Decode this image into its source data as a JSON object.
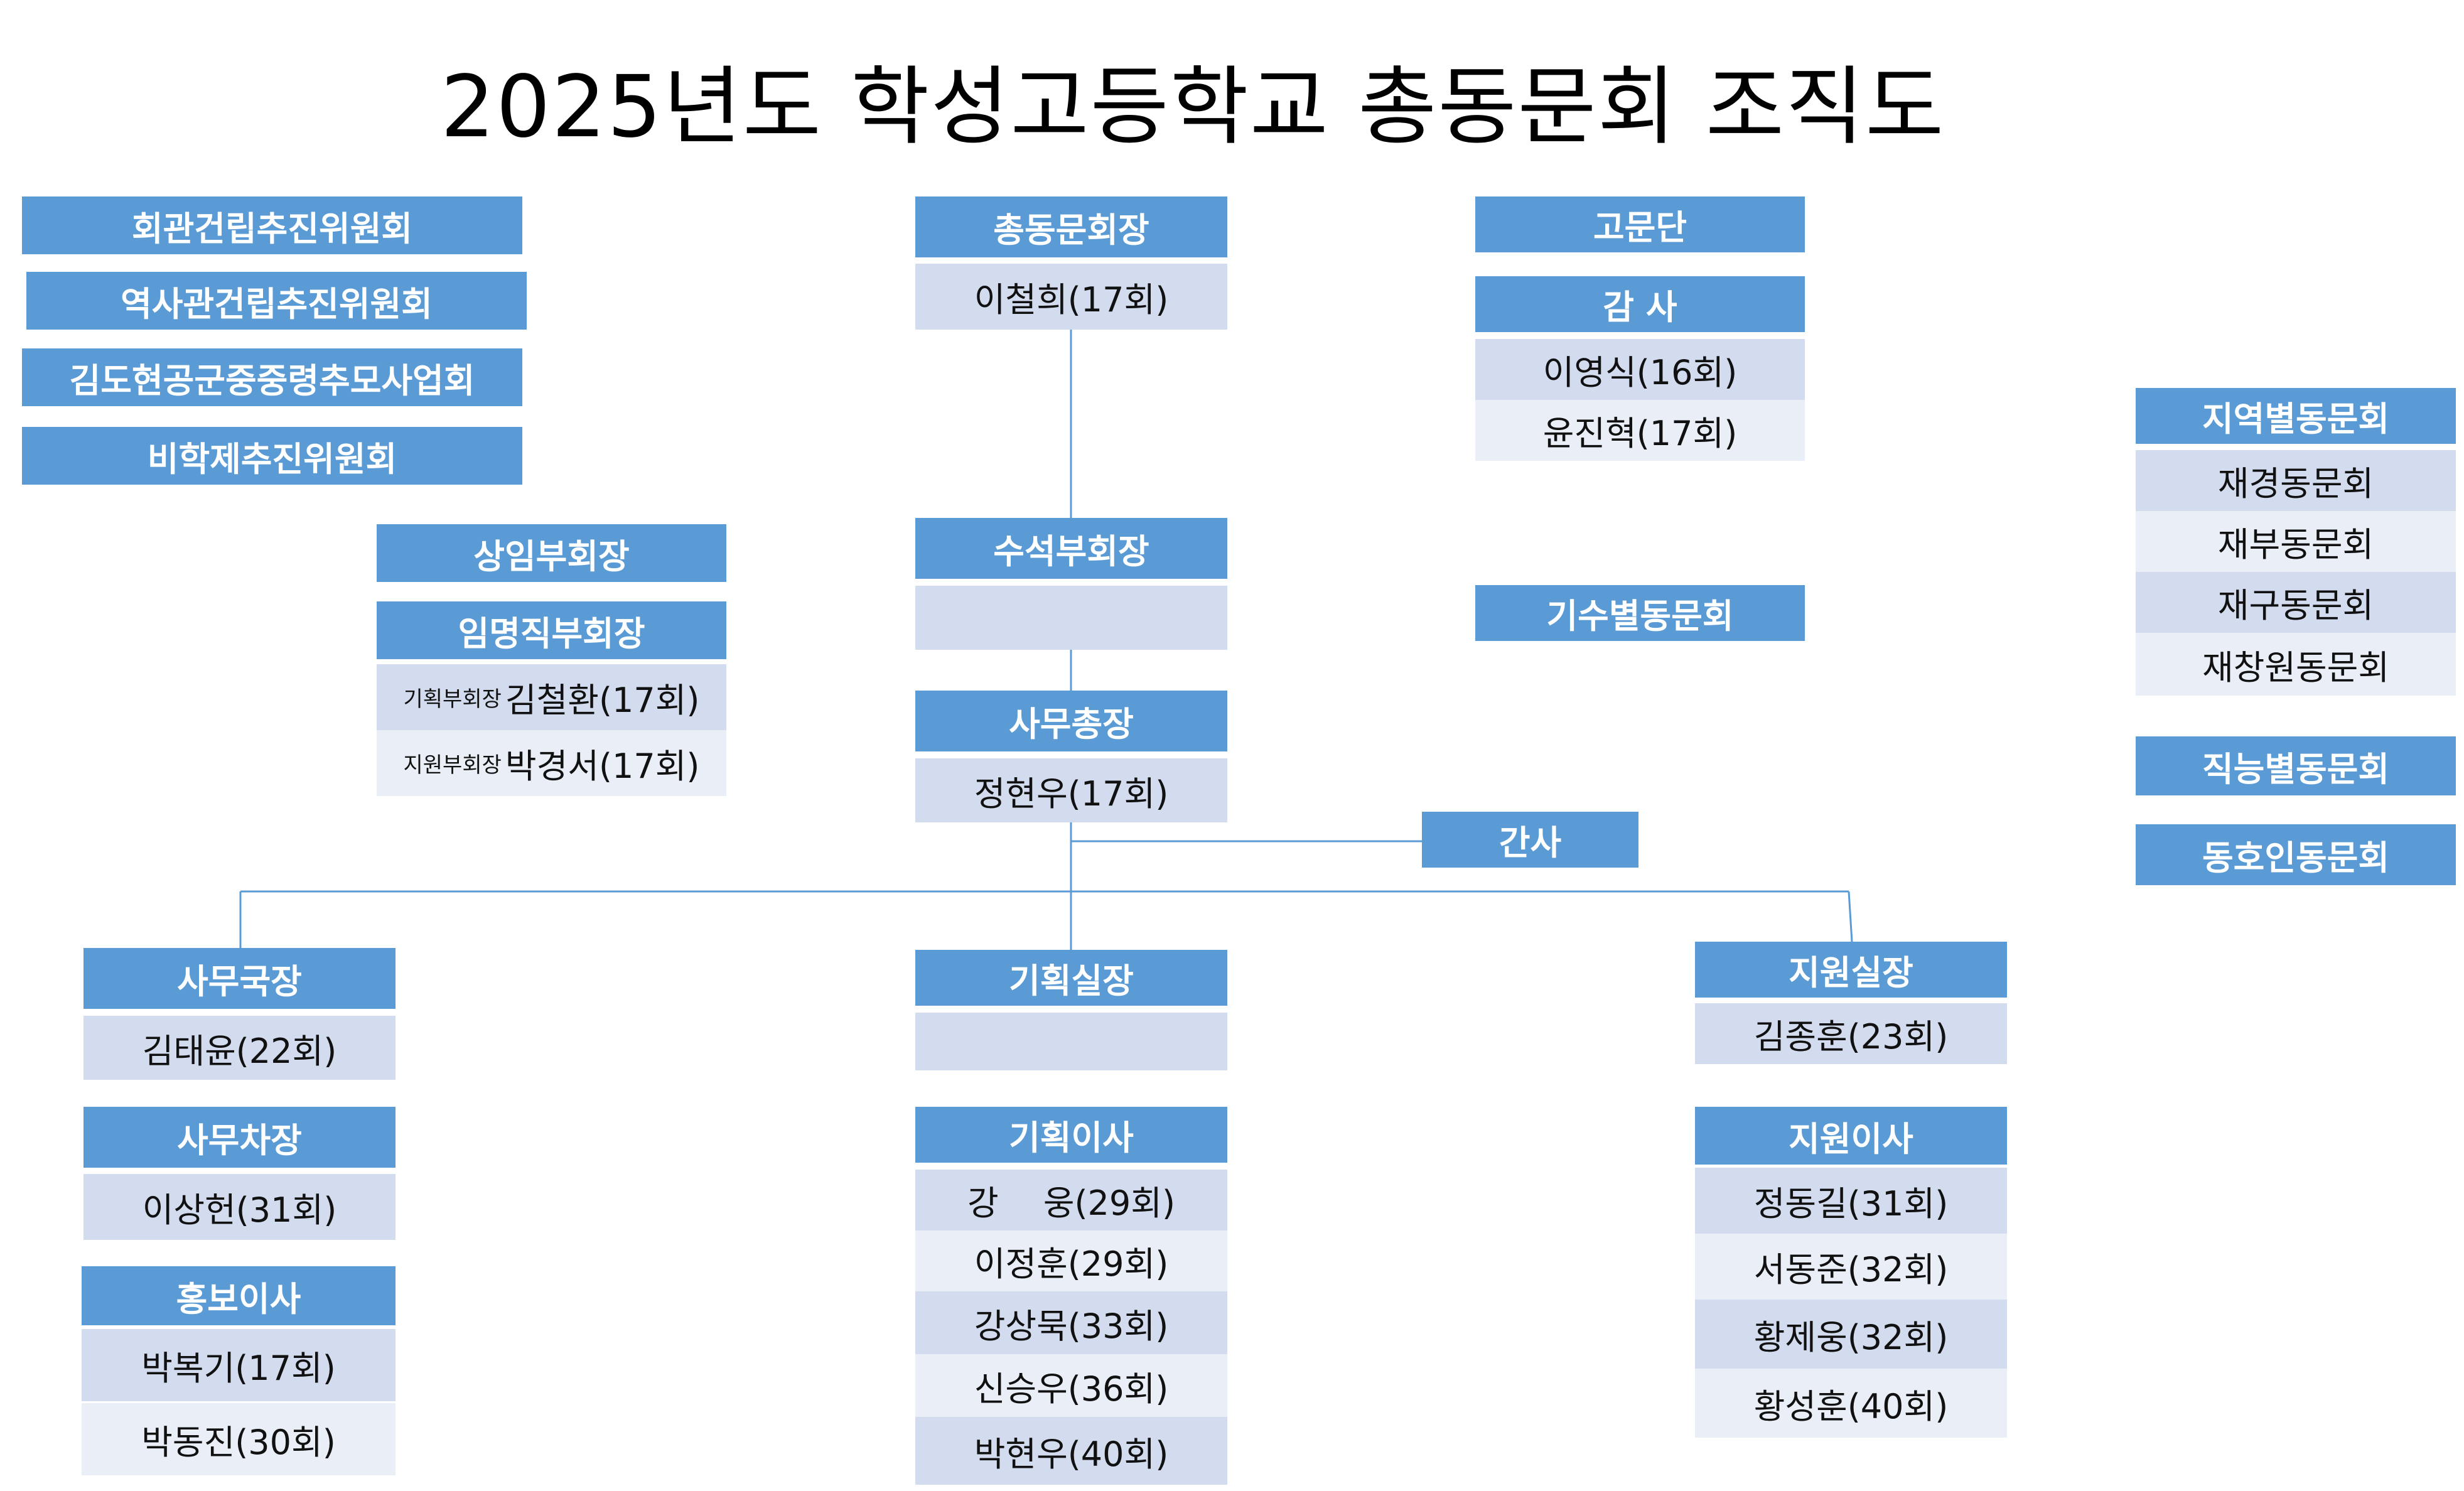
{
  "title": "2025년도 학성고등학교 총동문회 조직도",
  "colors": {
    "header": "#5b9bd5",
    "cell_dark": "#d2dcee",
    "cell_light": "#e9eef7",
    "line": "#5b9bd5"
  },
  "left_committees": [
    "회관건립추진위원회",
    "역사관건립추진위원회",
    "김도현공군중중령추모사업회",
    "비학제추진위원회"
  ],
  "president": {
    "title": "총동문회장",
    "name": "이철희(17회)"
  },
  "advisory": {
    "title": "고문단"
  },
  "audit": {
    "title": "감 사",
    "members": [
      "이영식(16회)",
      "윤진혁(17회)"
    ]
  },
  "regional": {
    "title": "지역별동문회",
    "items": [
      "재경동문회",
      "재부동문회",
      "재구동문회",
      "재창원동문회"
    ]
  },
  "occupational": {
    "title": "직능별동문회"
  },
  "hobby": {
    "title": "동호인동문회"
  },
  "standing_vp": {
    "title": "상임부회장"
  },
  "appointed_vp": {
    "title": "임명직부회장",
    "members": [
      {
        "role": "기획부회장",
        "name": "김철환(17회)"
      },
      {
        "role": "지원부회장",
        "name": "박경서(17회)"
      }
    ]
  },
  "senior_vp": {
    "title": "수석부회장",
    "name": ""
  },
  "class_alumni": {
    "title": "기수별동문회"
  },
  "secretary_general": {
    "title": "사무총장",
    "name": "정현우(17회)"
  },
  "secretary": {
    "title": "간사"
  },
  "office_director": {
    "title": "사무국장",
    "name": "김태윤(22회)"
  },
  "office_deputy": {
    "title": "사무차장",
    "name": "이상헌(31회)"
  },
  "pr_director": {
    "title": "홍보이사",
    "members": [
      "박복기(17회)",
      "박동진(30회)"
    ]
  },
  "planning_chief": {
    "title": "기획실장",
    "name": ""
  },
  "planning_directors": {
    "title": "기획이사",
    "members": [
      "강　 웅(29회)",
      "이정훈(29회)",
      "강상묵(33회)",
      "신승우(36회)",
      "박현우(40회)"
    ]
  },
  "support_chief": {
    "title": "지원실장",
    "name": "김종훈(23회)"
  },
  "support_directors": {
    "title": "지원이사",
    "members": [
      "정동길(31회)",
      "서동준(32회)",
      "황제웅(32회)",
      "황성훈(40회)"
    ]
  }
}
